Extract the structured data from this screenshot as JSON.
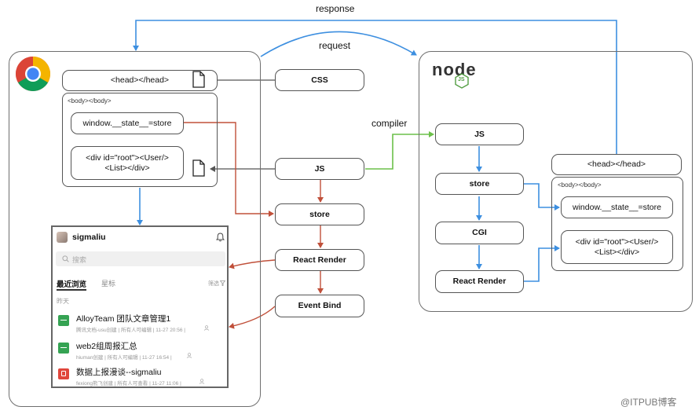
{
  "arrows": {
    "response": "response",
    "request": "request",
    "compiler": "compiler"
  },
  "browser": {
    "head": "<head></head>",
    "body": "<body></body>",
    "state": "window.__state__=store",
    "root": "<div id=\"root\"><User/><List></div>"
  },
  "middle": {
    "css": "CSS",
    "js": "JS",
    "store": "store",
    "render": "React Render",
    "bind": "Event Bind"
  },
  "node": {
    "logo_text": "node",
    "logo_js": "JS",
    "js": "JS",
    "store": "store",
    "cgi": "CGI",
    "render": "React Render",
    "head": "<head></head>",
    "body": "<body></body>",
    "state": "window.__state__=store",
    "root": "<div id=\"root\"><User/><List></div>"
  },
  "app": {
    "username": "sigmaliu",
    "search_placeholder": "搜索",
    "tab_recent": "最近浏览",
    "tab_star": "星标",
    "filter": "筛选",
    "section": "昨天",
    "items": [
      {
        "title": "AlloyTeam 团队文章管理1",
        "meta": "腾讯文档-usu创建 | 所有人可编辑 | 11-27 20:56 |",
        "icon": "sheet"
      },
      {
        "title": "web2组周报汇总",
        "meta": "hiuman创建 | 所有人可编辑 | 11-27 16:54 |",
        "icon": "sheet"
      },
      {
        "title": "数据上报漫谈--sigmaliu",
        "meta": "fexiong熊飞创建 | 所有人可查看 | 11-27 11:06 |",
        "icon": "pdf"
      }
    ]
  },
  "watermark": "@ITPUB博客",
  "colors": {
    "blue": "#3d8fe0",
    "red": "#c0503a",
    "green": "#6cc04a",
    "node_green": "#539e43",
    "node_dark": "#333333"
  }
}
